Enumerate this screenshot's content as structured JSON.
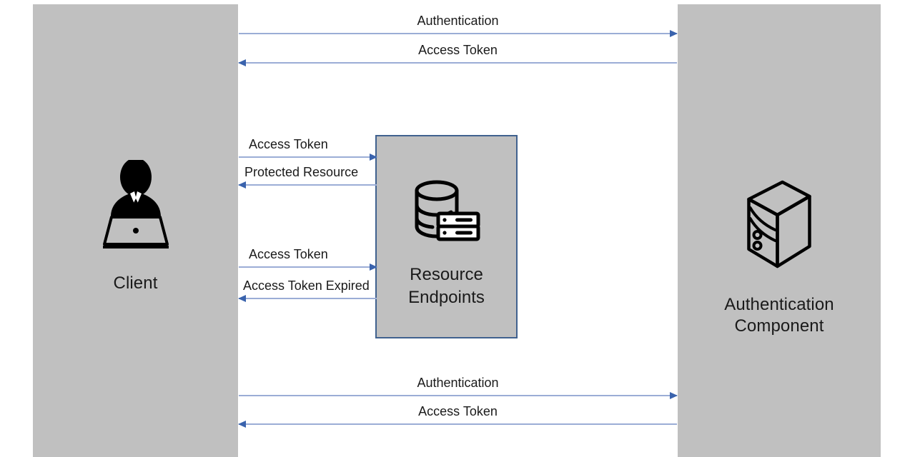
{
  "diagram": {
    "title": "Authentication token exchange sequence diagram",
    "background_color": "#ffffff",
    "lane_color": "#c0c0c0",
    "arrow_line_color": "#9badd6",
    "arrow_head_color": "#3a63ad",
    "box_border_color": "#40618f",
    "text_color": "#1a1a1a"
  },
  "actors": {
    "client": {
      "label": "Client",
      "icon": "person-at-laptop-icon"
    },
    "auth_component": {
      "label": "Authentication\nComponent",
      "icon": "server-tower-icon"
    },
    "resource": {
      "label": "Resource\nEndpoints",
      "icon": "database-server-icon"
    }
  },
  "messages": [
    {
      "id": "msg-1",
      "caption": "Authentication",
      "from": "client",
      "to": "auth_component",
      "direction": "right"
    },
    {
      "id": "msg-2",
      "caption": "Access Token",
      "from": "auth_component",
      "to": "client",
      "direction": "left"
    },
    {
      "id": "msg-3",
      "caption": "Access Token",
      "from": "client",
      "to": "resource",
      "direction": "right"
    },
    {
      "id": "msg-4",
      "caption": "Protected Resource",
      "from": "resource",
      "to": "client",
      "direction": "left"
    },
    {
      "id": "msg-5",
      "caption": "Access Token",
      "from": "client",
      "to": "resource",
      "direction": "right"
    },
    {
      "id": "msg-6",
      "caption": "Access Token Expired",
      "from": "resource",
      "to": "client",
      "direction": "left"
    },
    {
      "id": "msg-7",
      "caption": "Authentication",
      "from": "client",
      "to": "auth_component",
      "direction": "right"
    },
    {
      "id": "msg-8",
      "caption": "Access Token",
      "from": "auth_component",
      "to": "client",
      "direction": "left"
    }
  ]
}
